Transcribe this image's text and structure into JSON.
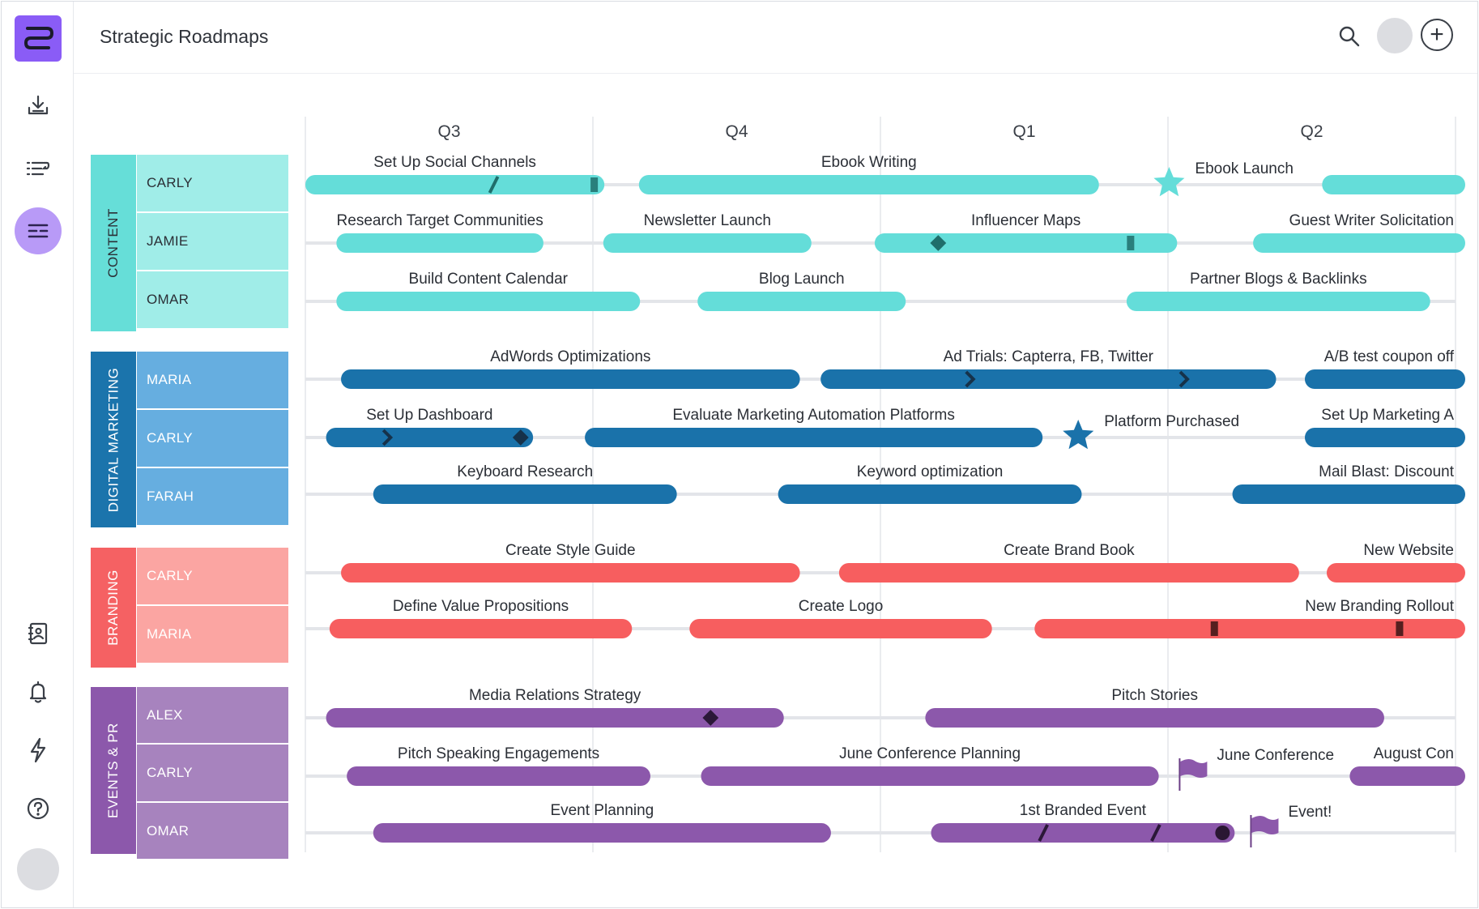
{
  "app": {
    "title": "Strategic Roadmaps"
  },
  "sidebar": {
    "items": [
      {
        "icon": "download-icon"
      },
      {
        "icon": "list-icon"
      },
      {
        "icon": "roadmap-icon",
        "active": true
      },
      {
        "icon": "contacts-icon"
      },
      {
        "icon": "bell-icon"
      },
      {
        "icon": "lightning-icon"
      },
      {
        "icon": "help-icon"
      }
    ]
  },
  "header": {
    "search_icon": "search-icon",
    "add_icon": "plus-icon",
    "add_symbol": "+"
  },
  "timeline": {
    "quarters": [
      "Q3",
      "Q4",
      "Q1",
      "Q2"
    ]
  },
  "colors": {
    "content": "#64ddd9",
    "digital_marketing": "#1a72aa",
    "branding": "#f75e5f",
    "events_pr": "#8c58ab",
    "accent": "#8a5cf6"
  },
  "groups": [
    {
      "name": "CONTENT",
      "color": "#66ded8",
      "member_color": "#a0ede8",
      "text_color": "#2b2f36",
      "members": [
        "CARLY",
        "JAMIE",
        "OMAR"
      ]
    },
    {
      "name": "DIGITAL MARKETING",
      "color": "#1b74ac",
      "member_color": "#66aee0",
      "text_color": "#ffffff",
      "members": [
        "MARIA",
        "CARLY",
        "FARAH"
      ]
    },
    {
      "name": "BRANDING",
      "color": "#f56163",
      "member_color": "#fba5a2",
      "text_color": "#ffffff",
      "members": [
        "CARLY",
        "MARIA"
      ]
    },
    {
      "name": "EVENTS & PR",
      "color": "#8c58ab",
      "member_color": "#a783be",
      "text_color": "#ffffff",
      "members": [
        "ALEX",
        "CARLY",
        "OMAR"
      ]
    }
  ],
  "rows": [
    {
      "group": "content",
      "items": [
        {
          "type": "bar",
          "label": "Set Up Social Channels",
          "start": 0.0,
          "end": 0.26,
          "marks": [
            {
              "t": "slash",
              "at": 0.63
            },
            {
              "t": "square",
              "at": 0.97
            }
          ]
        },
        {
          "type": "bar",
          "label": "Ebook Writing",
          "start": 0.29,
          "end": 0.69
        },
        {
          "type": "milestone",
          "icon": "star",
          "label": "Ebook Launch",
          "at": 0.751
        },
        {
          "type": "bar",
          "label": "",
          "start": 0.884,
          "end": 1.0
        }
      ]
    },
    {
      "group": "content",
      "items": [
        {
          "type": "bar",
          "label": "Research Target Communities",
          "start": 0.027,
          "end": 0.207
        },
        {
          "type": "bar",
          "label": "Newsletter Launch",
          "start": 0.259,
          "end": 0.44
        },
        {
          "type": "bar",
          "label": "Influencer Maps",
          "start": 0.495,
          "end": 0.758,
          "marks": [
            {
              "t": "diamond",
              "at": 0.21
            },
            {
              "t": "square",
              "at": 0.85
            }
          ]
        },
        {
          "type": "bar",
          "label": "Guest Writer Solicitation",
          "start": 0.824,
          "end": 1.0
        }
      ]
    },
    {
      "group": "content",
      "items": [
        {
          "type": "bar",
          "label": "Build Content Calendar",
          "start": 0.027,
          "end": 0.291
        },
        {
          "type": "bar",
          "label": "Blog Launch",
          "start": 0.341,
          "end": 0.522
        },
        {
          "type": "bar",
          "label": "Partner Blogs & Backlinks",
          "start": 0.714,
          "end": 0.978
        }
      ]
    },
    {
      "group": "digital_marketing",
      "items": [
        {
          "type": "bar",
          "label": "AdWords Optimizations",
          "start": 0.031,
          "end": 0.43
        },
        {
          "type": "bar",
          "label": "Ad Trials: Capterra, FB, Twitter",
          "start": 0.448,
          "end": 0.844,
          "marks": [
            {
              "t": "chevron",
              "at": 0.33
            },
            {
              "t": "chevron",
              "at": 0.8
            },
            {
              "t": "diamond",
              "at": 1.17
            }
          ]
        },
        {
          "type": "bar",
          "label": "A/B test coupon off",
          "start": 0.869,
          "end": 1.0
        }
      ]
    },
    {
      "group": "digital_marketing",
      "items": [
        {
          "type": "bar",
          "label": "Set Up Dashboard",
          "start": 0.018,
          "end": 0.198,
          "marks": [
            {
              "t": "chevron",
              "at": 0.3
            },
            {
              "t": "diamond",
              "at": 0.94
            }
          ]
        },
        {
          "type": "bar",
          "label": "Evaluate Marketing Automation Platforms",
          "start": 0.243,
          "end": 0.641
        },
        {
          "type": "milestone",
          "icon": "star",
          "label": "Platform Purchased",
          "at": 0.672
        },
        {
          "type": "bar",
          "label": "Set Up Marketing A",
          "start": 0.869,
          "end": 1.0
        }
      ]
    },
    {
      "group": "digital_marketing",
      "items": [
        {
          "type": "bar",
          "label": "Keyboard Research",
          "start": 0.059,
          "end": 0.323
        },
        {
          "type": "bar",
          "label": "Keyword optimization",
          "start": 0.411,
          "end": 0.675
        },
        {
          "type": "bar",
          "label": "Mail Blast: Discount",
          "start": 0.806,
          "end": 1.0
        }
      ]
    },
    {
      "group": "branding",
      "items": [
        {
          "type": "bar",
          "label": "Create Style Guide",
          "start": 0.031,
          "end": 0.43
        },
        {
          "type": "bar",
          "label": "Create Brand Book",
          "start": 0.464,
          "end": 0.864
        },
        {
          "type": "bar",
          "label": "New Website",
          "start": 0.888,
          "end": 1.0
        }
      ]
    },
    {
      "group": "branding",
      "items": [
        {
          "type": "bar",
          "label": "Define Value Propositions",
          "start": 0.021,
          "end": 0.284
        },
        {
          "type": "bar",
          "label": "Create Logo",
          "start": 0.334,
          "end": 0.597
        },
        {
          "type": "bar",
          "label": "New Branding Rollout",
          "start": 0.634,
          "end": 1.0,
          "marks": [
            {
              "t": "square",
              "at": 0.43
            },
            {
              "t": "square",
              "at": 0.87
            }
          ]
        }
      ]
    },
    {
      "group": "events_pr",
      "items": [
        {
          "type": "bar",
          "label": "Media Relations Strategy",
          "start": 0.018,
          "end": 0.416,
          "marks": [
            {
              "t": "diamond",
              "at": 0.84
            }
          ]
        },
        {
          "type": "bar",
          "label": "Pitch Stories",
          "start": 0.539,
          "end": 0.938
        }
      ]
    },
    {
      "group": "events_pr",
      "items": [
        {
          "type": "bar",
          "label": "Pitch Speaking Engagements",
          "start": 0.036,
          "end": 0.3
        },
        {
          "type": "bar",
          "label": "June Conference Planning",
          "start": 0.344,
          "end": 0.742
        },
        {
          "type": "milestone",
          "icon": "flag",
          "label": "June Conference",
          "at": 0.77
        },
        {
          "type": "bar",
          "label": "August Con",
          "start": 0.908,
          "end": 1.0
        }
      ]
    },
    {
      "group": "events_pr",
      "items": [
        {
          "type": "bar",
          "label": "Event Planning",
          "start": 0.059,
          "end": 0.457
        },
        {
          "type": "bar",
          "label": "1st Branded Event",
          "start": 0.544,
          "end": 0.808,
          "marks": [
            {
              "t": "slash",
              "at": 0.37
            },
            {
              "t": "slash",
              "at": 0.74
            },
            {
              "t": "circle",
              "at": 0.96
            }
          ]
        },
        {
          "type": "milestone",
          "icon": "flag",
          "label": "Event!",
          "at": 0.832
        }
      ]
    }
  ]
}
